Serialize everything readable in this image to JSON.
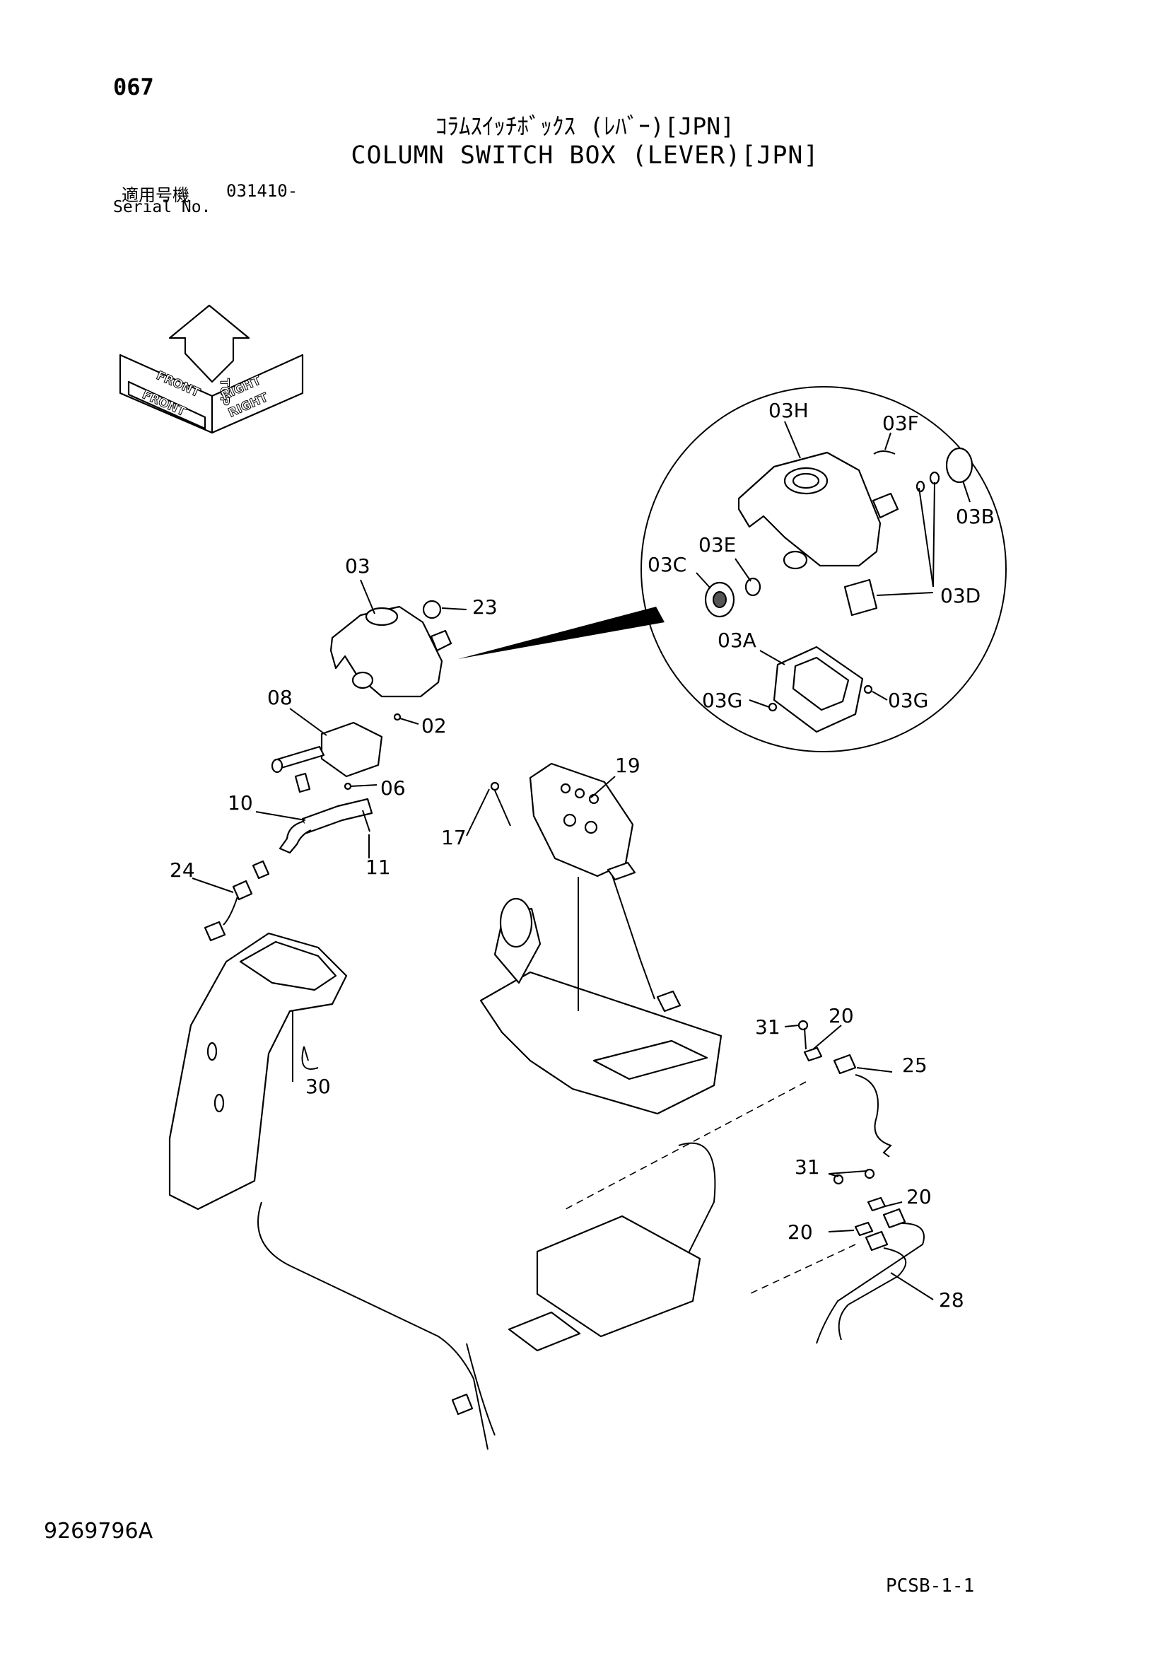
{
  "header": {
    "page_number": "067",
    "title_jp": "ｺﾗﾑｽｲｯﾁﾎﾞｯｸｽ (ﾚﾊﾞｰ)[JPN]",
    "title_en": "COLUMN SWITCH BOX (LEVER)[JPN]",
    "serial_label_jp": "適用号機",
    "serial_value": "031410-",
    "serial_label_en": "Serial No."
  },
  "orientation": {
    "top": "TOP",
    "front": "FRONT",
    "right": "RIGHT"
  },
  "callouts": {
    "c03": "03",
    "c23": "23",
    "c02": "02",
    "c08": "08",
    "c06": "06",
    "c10": "10",
    "c11": "11",
    "c24": "24",
    "c17": "17",
    "c19": "19",
    "c30": "30",
    "c31a": "31",
    "c20a": "20",
    "c25": "25",
    "c31b": "31",
    "c20b": "20",
    "c20c": "20",
    "c28": "28",
    "d03H": "03H",
    "d03F": "03F",
    "d03B": "03B",
    "d03E": "03E",
    "d03C": "03C",
    "d03D": "03D",
    "d03A": "03A",
    "d03G1": "03G",
    "d03G2": "03G"
  },
  "footer": {
    "drawing_number": "9269796A",
    "sheet_code": "PCSB-1-1"
  }
}
